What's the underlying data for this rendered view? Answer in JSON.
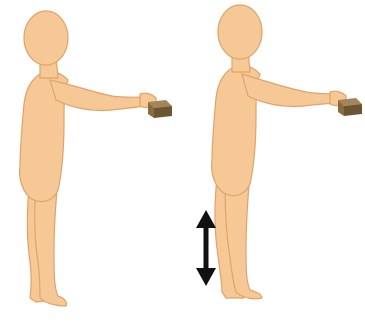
{
  "figures": [
    {
      "pose": "standing-flat-feet",
      "holding": "weight-block"
    },
    {
      "pose": "standing-on-toes",
      "holding": "weight-block"
    }
  ],
  "indicator": {
    "icon": "double-arrow-vertical-icon"
  },
  "colors": {
    "skin_fill": "#f6c896",
    "skin_outline": "#dfa36a",
    "block_top": "#a3855a",
    "block_side": "#6e5532",
    "block_front": "#8a6a3f",
    "arrow": "#111111",
    "background": "#ffffff"
  }
}
